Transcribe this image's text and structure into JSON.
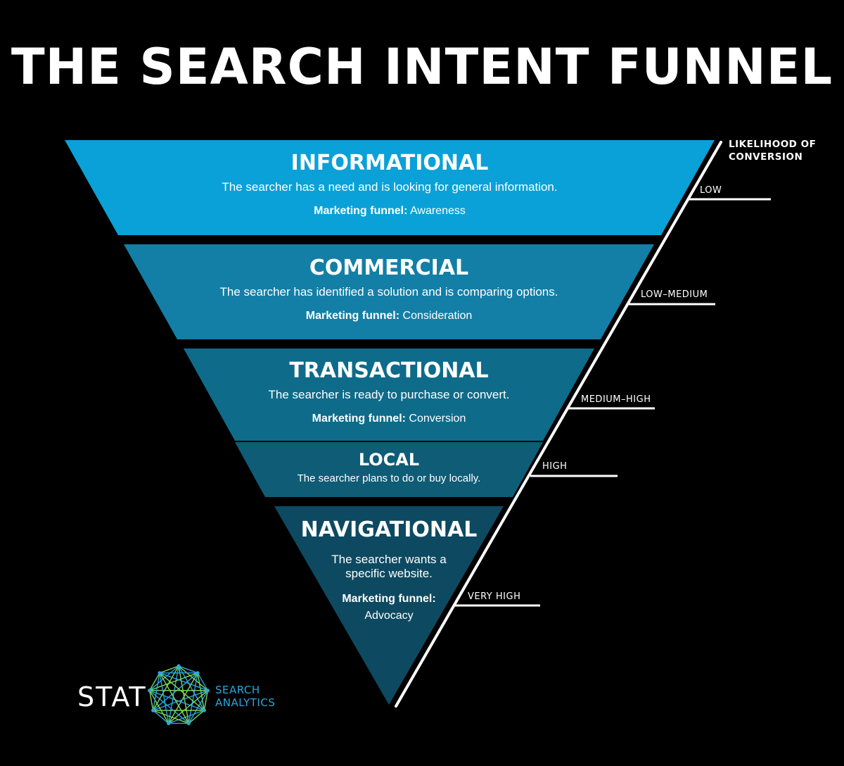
{
  "title": "THE SEARCH INTENT FUNNEL",
  "colors": {
    "background": "#000000",
    "informational": "#0aa1d8",
    "commercial": "#137fa6",
    "transactional": "#0e6b8a",
    "local": "#0f5c77",
    "navigational": "#0d4a61",
    "accent": "#2aa6dc",
    "logo_green": "#7ed957"
  },
  "bands": [
    {
      "name": "INFORMATIONAL",
      "description": "The searcher has a need and is looking for general information.",
      "funnel_label": "Marketing funnel:",
      "funnel_value": "Awareness"
    },
    {
      "name": "COMMERCIAL",
      "description": "The searcher has identified a solution and is comparing options.",
      "funnel_label": "Marketing funnel:",
      "funnel_value": "Consideration"
    },
    {
      "name": "TRANSACTIONAL",
      "description": "The searcher is ready to purchase or convert.",
      "funnel_label": "Marketing funnel:",
      "funnel_value": "Conversion"
    },
    {
      "name": "LOCAL",
      "description": "The searcher plans to do or buy locally."
    },
    {
      "name": "NAVIGATIONAL",
      "description_line1": "The searcher wants a",
      "description_line2": "specific website.",
      "funnel_label": "Marketing funnel:",
      "funnel_value": "Advocacy"
    }
  ],
  "scale": {
    "title_line1": "LIKELIHOOD OF",
    "title_line2": "CONVERSION",
    "levels": [
      "LOW",
      "LOW–MEDIUM",
      "MEDIUM–HIGH",
      "HIGH",
      "VERY HIGH"
    ]
  },
  "logo": {
    "icon": "stat-octagon-network-icon",
    "wordmark": "STAT",
    "sub_line1": "SEARCH",
    "sub_line2": "ANALYTICS"
  }
}
